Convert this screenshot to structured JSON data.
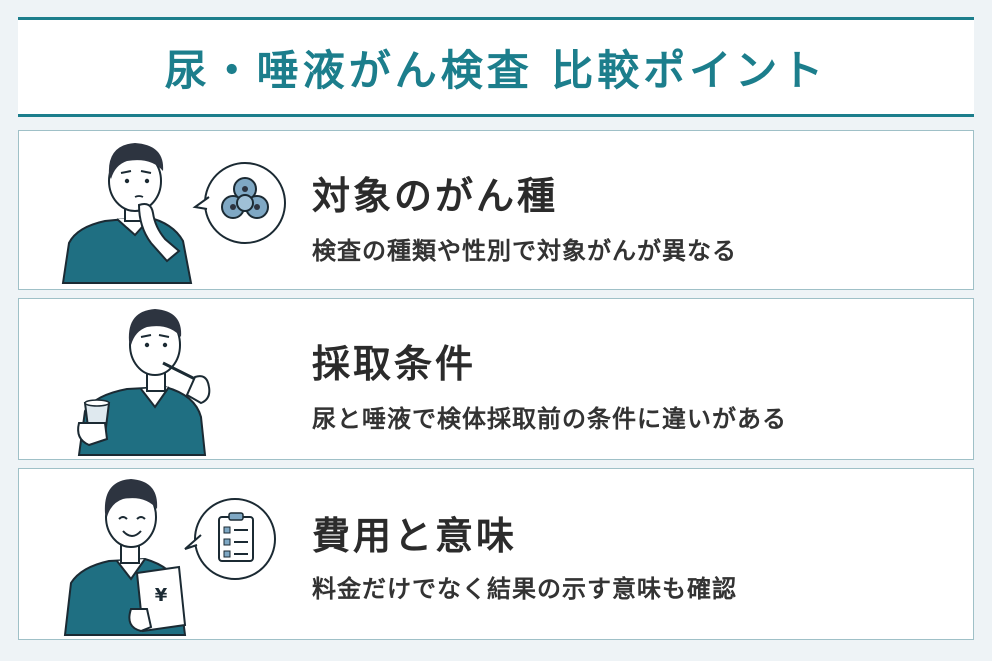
{
  "header": {
    "title": "尿・唾液がん検査 比較ポイント"
  },
  "cards": [
    {
      "title": "対象のがん種",
      "description": "検査の種類や性別で対象がんが異なる",
      "icon": "cells-icon"
    },
    {
      "title": "採取条件",
      "description": "尿と唾液で検体採取前の条件に違いがある",
      "icon": "sample-cup-icon"
    },
    {
      "title": "費用と意味",
      "description": "料金だけでなく結果の示す意味も確認",
      "icon": "checklist-icon"
    }
  ],
  "price_symbol": "¥",
  "colors": {
    "accent": "#1c7e8c",
    "sweater": "#1f6f82",
    "hair": "#2d3440",
    "border": "#9fc0c7"
  }
}
